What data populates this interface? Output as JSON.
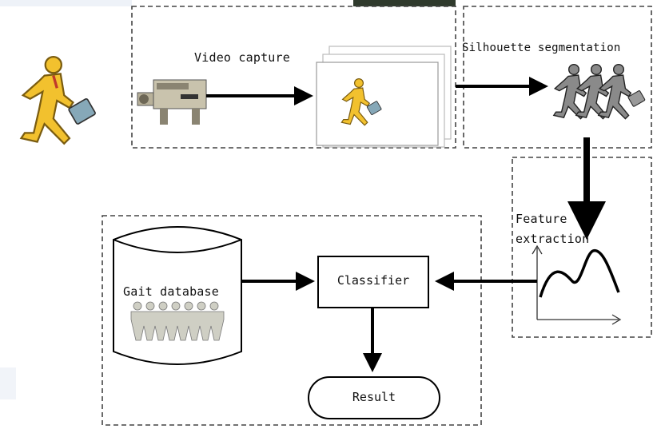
{
  "labels": {
    "video_capture": "Video capture",
    "silhouette_segmentation": "Silhouette segmentation",
    "feature_extraction_line1": "Feature",
    "feature_extraction_line2": "extraction",
    "gait_database": "Gait database",
    "classifier": "Classifier",
    "result": "Result"
  },
  "colors": {
    "walker_fill": "#f2c12e",
    "walker_stroke": "#7a5c10",
    "briefcase": "#86a8b8",
    "silhouette_fill": "#8a8a8a",
    "camera_body": "#c9c3ad",
    "line": "#000000",
    "dashed_border": "#444444"
  },
  "icons": {
    "walker": "walking-man-with-briefcase-icon",
    "camera": "video-camera-icon",
    "silhouettes": "silhouette-figures-icon",
    "database": "database-cylinder-icon",
    "curve": "feature-curve-icon"
  }
}
